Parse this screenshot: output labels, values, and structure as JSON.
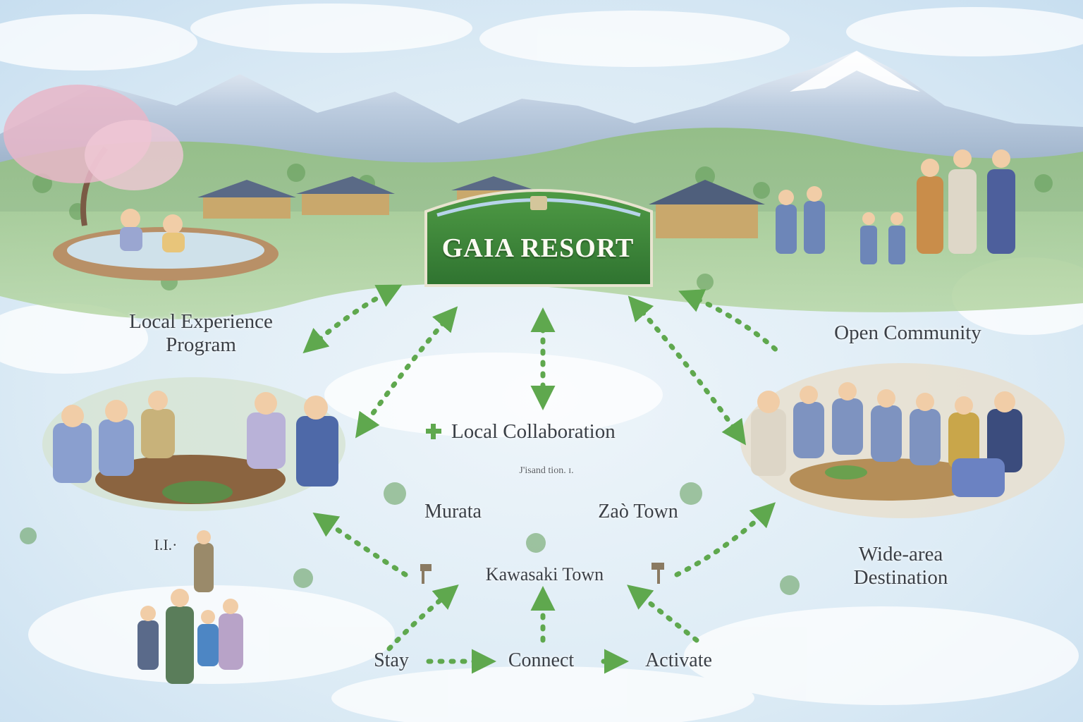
{
  "sign": {
    "title": "GAIA RESORT"
  },
  "labels": {
    "local_experience": "Local Experience\nProgram",
    "open_community": "Open Community",
    "local_collaboration": "Local Collaboration",
    "small_caption": "Ј'isand tion. ɪ.",
    "murata": "Murata",
    "zao_town": "Zaò Town",
    "kawasaki_town": "Kawasaki Town",
    "wide_area": "Wide-area\nDestination",
    "small_left": "I.I.·",
    "stay": "Stay",
    "connect": "Connect",
    "activate": "Activate"
  },
  "colors": {
    "arrow": "#5fa84e",
    "sign_green": "#3f8a3a",
    "sky": "#d9ebf6",
    "snow": "#f2f7fa",
    "forest": "#7fae6c",
    "mountain": "#8fa7c4",
    "blossom": "#e7b6c8",
    "text": "#3a3f46"
  },
  "icons": {
    "plus": "plus-icon",
    "arrow_head": "arrowhead-icon"
  }
}
